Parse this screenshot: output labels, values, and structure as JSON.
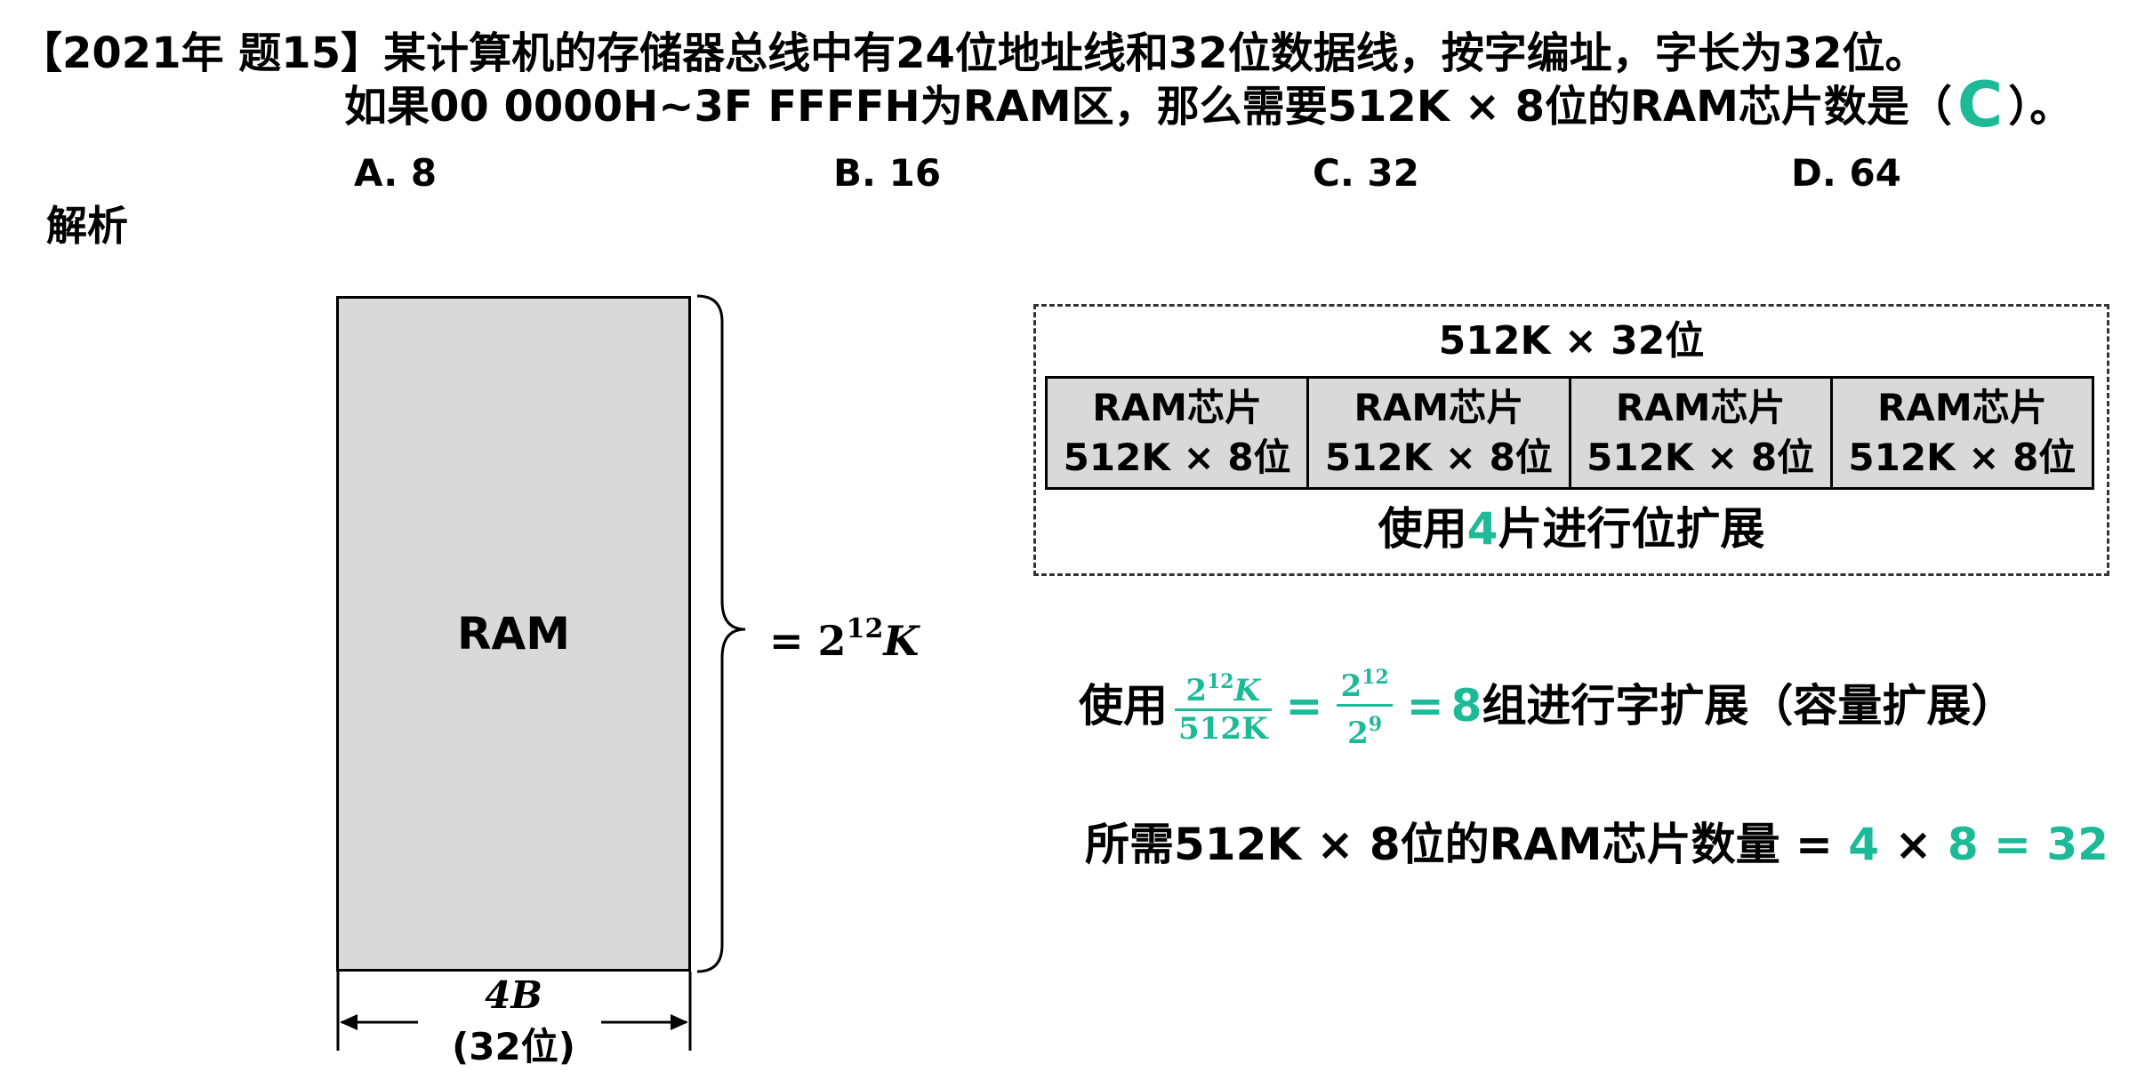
{
  "question": {
    "line1": "【2021年 题15】某计算机的存储器总线中有24位地址线和32位数据线，按字编址，字长为32位。",
    "line2_before": "如果00 0000H~3F FFFFH为RAM区，那么需要512K × 8位的RAM芯片数是（",
    "answer": "C",
    "line2_after": "）。"
  },
  "options": [
    {
      "label": "A. 8"
    },
    {
      "label": "B. 16"
    },
    {
      "label": "C.  32"
    },
    {
      "label": "D. 64"
    }
  ],
  "analysis_title": "解析",
  "diagram": {
    "ram_label": "RAM",
    "height_label_prefix": "= 2",
    "height_label_exp": "12",
    "height_label_suffix": "K",
    "width_label": "4B",
    "width_sub_label": "(32位)"
  },
  "chip_group": {
    "title": "512K × 32位",
    "chips": [
      {
        "name": "RAM芯片",
        "spec": "512K × 8位"
      },
      {
        "name": "RAM芯片",
        "spec": "512K × 8位"
      },
      {
        "name": "RAM芯片",
        "spec": "512K × 8位"
      },
      {
        "name": "RAM芯片",
        "spec": "512K × 8位"
      }
    ],
    "bit_expand_prefix": "使用",
    "bit_expand_count": "4",
    "bit_expand_suffix": "片进行位扩展"
  },
  "word_expand": {
    "prefix": "使用",
    "frac1_num_base": "2",
    "frac1_num_exp": "12",
    "frac1_num_unit": "K",
    "frac1_den": "512K",
    "eq1": "=",
    "frac2_num_base": "2",
    "frac2_num_exp": "12",
    "frac2_den_base": "2",
    "frac2_den_exp": "9",
    "eq2": "=",
    "result": "8",
    "suffix": "组进行字扩展（容量扩展）"
  },
  "total": {
    "prefix": "所需512K × 8位的RAM芯片数量",
    "eq1": " = ",
    "a": "4",
    "times": " × ",
    "b": "8",
    "eq2": " = ",
    "result": "32"
  },
  "colors": {
    "accent": "#1dba98",
    "chip_fill": "#d9d9d9"
  }
}
